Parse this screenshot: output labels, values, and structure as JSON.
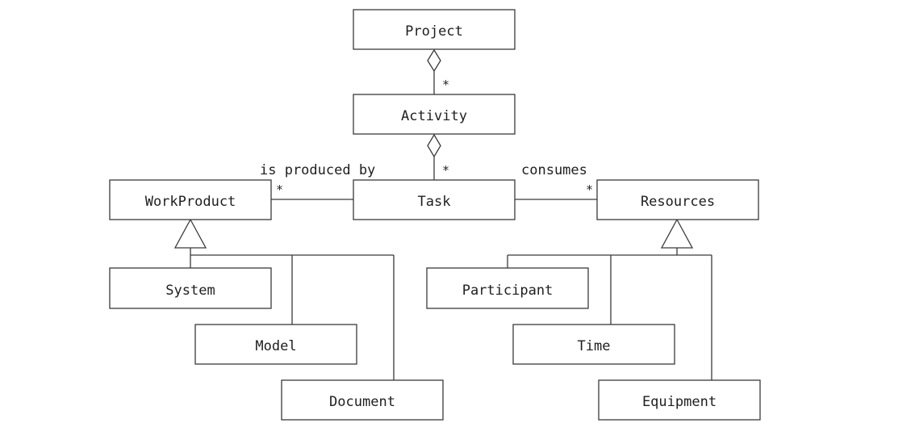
{
  "classes": {
    "project": "Project",
    "activity": "Activity",
    "task": "Task",
    "workproduct": "WorkProduct",
    "resources": "Resources",
    "system": "System",
    "model": "Model",
    "document": "Document",
    "participant": "Participant",
    "time": "Time",
    "equipment": "Equipment"
  },
  "associations": {
    "is_produced_by": "is produced by",
    "consumes": "consumes"
  },
  "multiplicities": {
    "project_activity": "*",
    "activity_task": "*",
    "task_workproduct": "*",
    "task_resources": "*"
  }
}
